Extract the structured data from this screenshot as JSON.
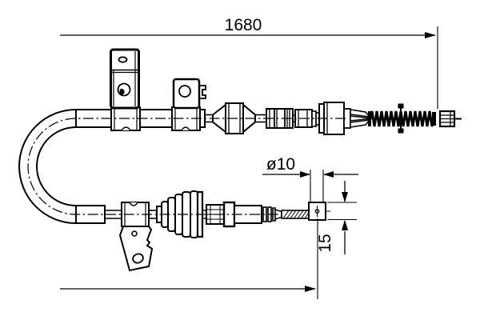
{
  "drawing": {
    "type": "technical-line-drawing",
    "subject": "parking-brake-cable",
    "colors": {
      "line": "#000000",
      "background": "#ffffff"
    },
    "dimensions": {
      "total_length": "1680",
      "end_fitting_diameter": "ø10",
      "end_fitting_height": "15"
    },
    "parts": [
      "u-bend-cable-housing",
      "mounting-bracket-1",
      "mounting-bracket-2",
      "clamp-block",
      "adjuster-barrel",
      "ribbed-fitting",
      "abutment-ferrule",
      "locking-tangs",
      "coil-spring",
      "spring-clip",
      "cable-end-nipple",
      "lower-mounting-bracket",
      "bellows-boot",
      "splined-fitting",
      "conduit-cylinder",
      "inner-rod",
      "cable-end-barrel"
    ]
  }
}
